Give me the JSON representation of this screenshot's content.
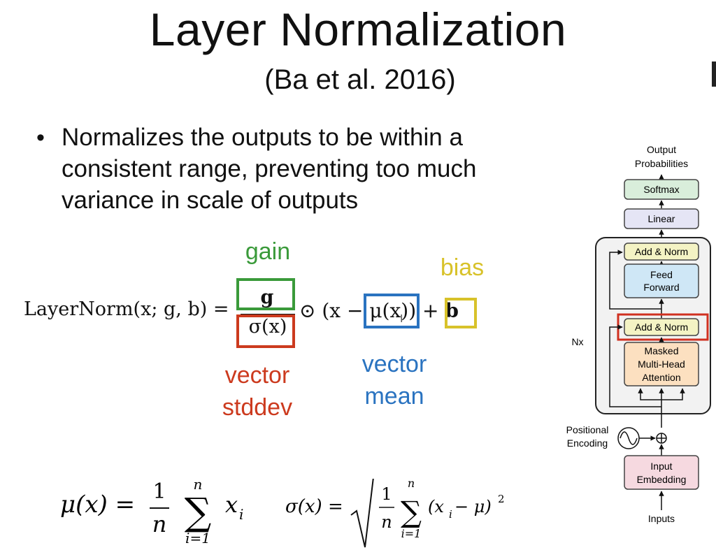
{
  "slide": {
    "title": "Layer Normalization",
    "subtitle": "(Ba et al. 2016)",
    "bullet": "Normalizes the outputs to be within a consistent range, preventing too much variance in scale of outputs"
  },
  "annotations": {
    "gain": "gain",
    "bias": "bias",
    "stddev_line1": "vector",
    "stddev_line2": "stddev",
    "mean_line1": "vector",
    "mean_line2": "mean"
  },
  "colors": {
    "gain": "#3a9a3a",
    "bias": "#d8c22a",
    "stddev": "#cc3a1e",
    "mean": "#2a73c0",
    "highlight": "#d03020"
  },
  "equations": {
    "layernorm_lhs": "LayerNorm(x; g, b) =",
    "layernorm_num": "g",
    "layernorm_den": "σ(x)",
    "layernorm_rest_prefix": "⊙ (x −",
    "layernorm_mu": "μ(x)",
    "layernorm_rest_suffix": ") +",
    "layernorm_b": "b",
    "mean_lhs": "μ(x) =",
    "mean_term": "x",
    "mean_sub": "i",
    "std_lhs": "σ(x) =",
    "std_term": "(x",
    "std_sub": "i",
    "std_tail": " − μ)",
    "std_sup": "2",
    "frac_num": "1",
    "frac_den": "n",
    "sum_top": "n",
    "sum_bottom": "i=1"
  },
  "diagram": {
    "output_line1": "Output",
    "output_line2": "Probabilities",
    "softmax": "Softmax",
    "linear": "Linear",
    "add_norm_top": "Add & Norm",
    "ffn_line1": "Feed",
    "ffn_line2": "Forward",
    "add_norm_bottom": "Add & Norm",
    "attn_line1": "Masked",
    "attn_line2": "Multi-Head",
    "attn_line3": "Attention",
    "nx": "Nx",
    "pos_line1": "Positional",
    "pos_line2": "Encoding",
    "embed_line1": "Input",
    "embed_line2": "Embedding",
    "inputs": "Inputs"
  }
}
